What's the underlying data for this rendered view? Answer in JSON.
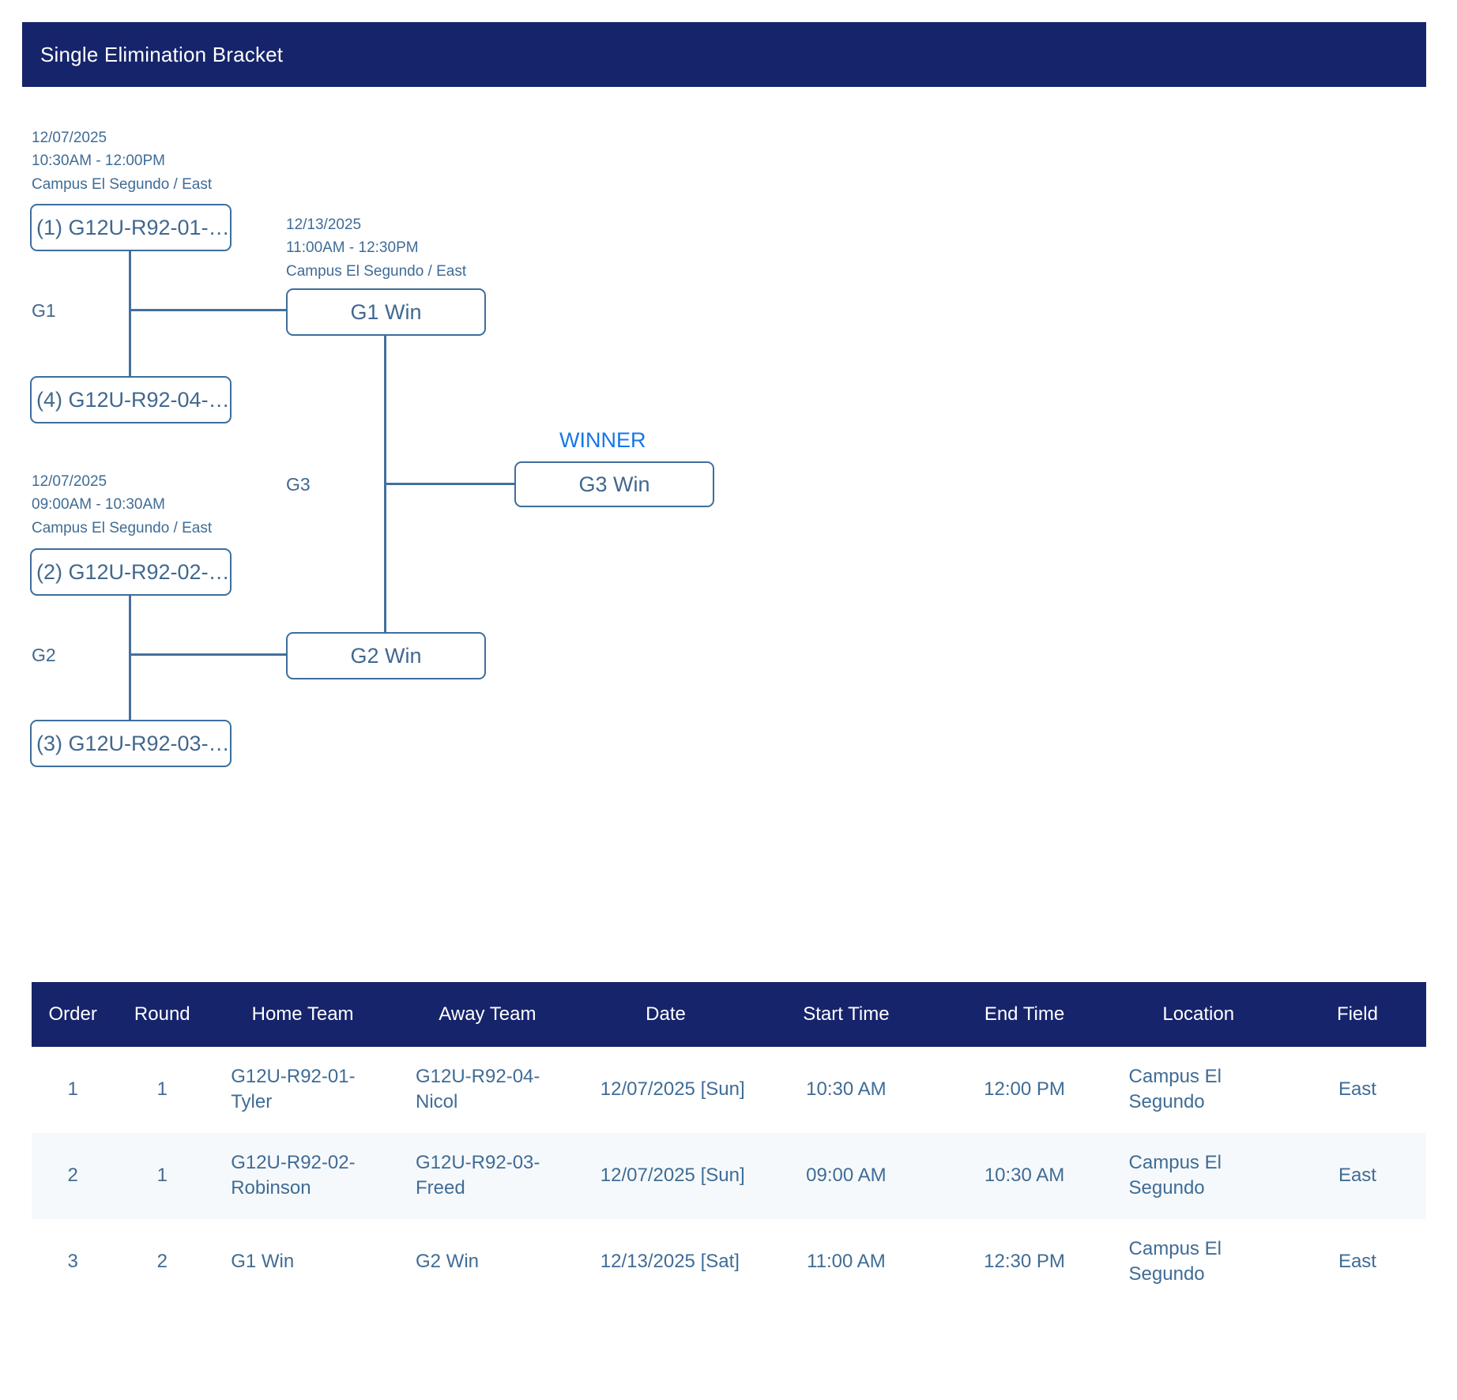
{
  "header": {
    "title": "Single Elimination Bracket",
    "bar_color": "#16246b"
  },
  "bracket": {
    "winner_label": "WINNER",
    "accent_color": "#3d6e9e",
    "text_color": "#40688f",
    "winner_color": "#1577e8",
    "matches": [
      {
        "id": "G1",
        "round_label": "G1",
        "date": "12/07/2025",
        "time": "10:30AM - 12:00PM",
        "location": "Campus El Segundo / East",
        "home": "(1) G12U-R92-01-…",
        "away": "(4) G12U-R92-04-…"
      },
      {
        "id": "G2",
        "round_label": "G2",
        "date": "12/07/2025",
        "time": "09:00AM - 10:30AM",
        "location": "Campus El Segundo / East",
        "home": "(2) G12U-R92-02-…",
        "away": "(3) G12U-R92-03-…"
      },
      {
        "id": "G3",
        "round_label": "G3",
        "date": "12/13/2025",
        "time": "11:00AM - 12:30PM",
        "location": "Campus El Segundo / East",
        "home": "G1 Win",
        "away": "G2 Win"
      }
    ],
    "champion_box": "G3 Win"
  },
  "schedule": {
    "columns": [
      "Order",
      "Round",
      "Home Team",
      "Away Team",
      "Date",
      "Start Time",
      "End Time",
      "Location",
      "Field"
    ],
    "rows": [
      {
        "order": "1",
        "round": "1",
        "home_team": "G12U-R92-01-Tyler",
        "away_team": "G12U-R92-04-Nicol",
        "date": "12/07/2025 [Sun]",
        "start_time": "10:30 AM",
        "end_time": "12:00 PM",
        "location": "Campus El Segundo",
        "field": "East"
      },
      {
        "order": "2",
        "round": "1",
        "home_team": "G12U-R92-02-Robinson",
        "away_team": "G12U-R92-03-Freed",
        "date": "12/07/2025 [Sun]",
        "start_time": "09:00 AM",
        "end_time": "10:30 AM",
        "location": "Campus El Segundo",
        "field": "East"
      },
      {
        "order": "3",
        "round": "2",
        "home_team": "G1 Win",
        "away_team": "G2 Win",
        "date": "12/13/2025 [Sat]",
        "start_time": "11:00 AM",
        "end_time": "12:30 PM",
        "location": "Campus El Segundo",
        "field": "East"
      }
    ]
  }
}
